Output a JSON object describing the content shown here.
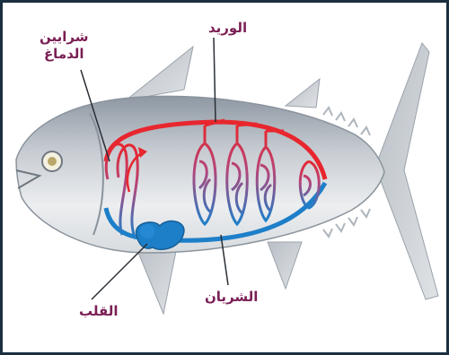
{
  "diagram": {
    "labels": {
      "gill_arteries_line1": "شرايين",
      "gill_arteries_line2": "الدماغ",
      "vein": "الوريد",
      "heart": "القلب",
      "artery": "الشريان"
    },
    "colors": {
      "frame": "#1c2f40",
      "label_text": "#7a1f55",
      "oxygenated_blood": "#e8262e",
      "deoxygenated_blood": "#1e7fc9",
      "fish_body": "#c9ced3",
      "fish_belly": "#eef0f2"
    },
    "icons": [
      "fish-illustration",
      "heart-shape",
      "flow-arrow"
    ]
  }
}
